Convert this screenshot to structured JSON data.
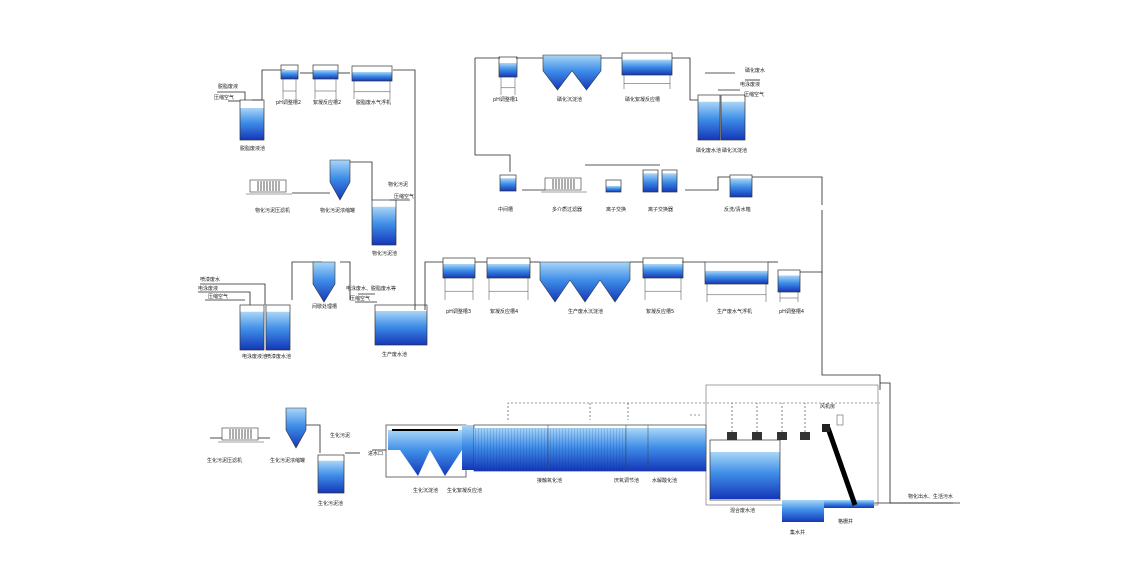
{
  "labels": {
    "degrease_pipe": "脱脂废液",
    "compressed_air_1": "压缩空气",
    "degrease_tank": "脱脂废液池",
    "ph_tank2": "pH调整槽2",
    "coag_tank2": "絮凝反应槽2",
    "degrease_flotation": "脱脂废水气浮机",
    "phys_press": "物化污泥压滤机",
    "phys_thickener": "物化污泥浓缩罐",
    "phys_sludge": "物化污泥",
    "compressed_air_2": "压缩空气",
    "phys_sludge_tank": "物化污泥池",
    "spray_water": "喷漆废水",
    "ep_water": "电泳废液",
    "compressed_air_3": "压缩空气",
    "ep_tank": "电泳废液池",
    "spray_tank": "喷漆废水池",
    "batch_reactor": "间歇处理槽",
    "ep_pipe2": "电泳废水、脱脂废水等",
    "compressed_air_4": "压缩空气",
    "prod_tank": "生产废水池",
    "ph_tank1": "pH调整槽1",
    "phos_settler": "磷化沉淀池",
    "phos_coag": "磷化絮凝反应槽",
    "phos_water": "磷化废水",
    "ep_waste_pipe": "电泳废液",
    "compressed_air_5": "压缩空气",
    "phos_tank": "磷化废水池",
    "phos_pool": "磷化沉淀池",
    "middle_pool": "中间槽",
    "multi_filter": "多介质过滤器",
    "ion_tank": "离子交换",
    "ion_ex": "离子交换器",
    "backwash_tank": "反洗/清水箱",
    "ph_tank3": "pH调整槽3",
    "coag_tank4": "絮凝反应槽4",
    "prod_settler": "生产废水沉淀池",
    "coag_tank5": "絮凝反应槽5",
    "prod_flotation": "生产废水气浮机",
    "ph_tank4": "pH调整槽4",
    "bio_press": "生化污泥压滤机",
    "bio_thickener": "生化污泥浓缩罐",
    "bio_sludge": "生化污泥",
    "bio_sludge_tank": "生化污泥池",
    "inlet": "进水口",
    "bio_settler": "生化沉淀池",
    "bio_coag": "生化絮凝反应池",
    "contact_oxidation": "接触氧化池",
    "anaerobic": "厌氧调节池",
    "hydrolysis": "水解酸化池",
    "blower_room": "风机房",
    "mixing_tank": "混合废水池",
    "collection_well": "集水井",
    "screen_well": "格栅井",
    "outlet": "物化出水、生活污水"
  },
  "colors": {
    "water_top": "#9fd0f5",
    "water_bottom": "#1e46c8",
    "line": "#222222"
  }
}
